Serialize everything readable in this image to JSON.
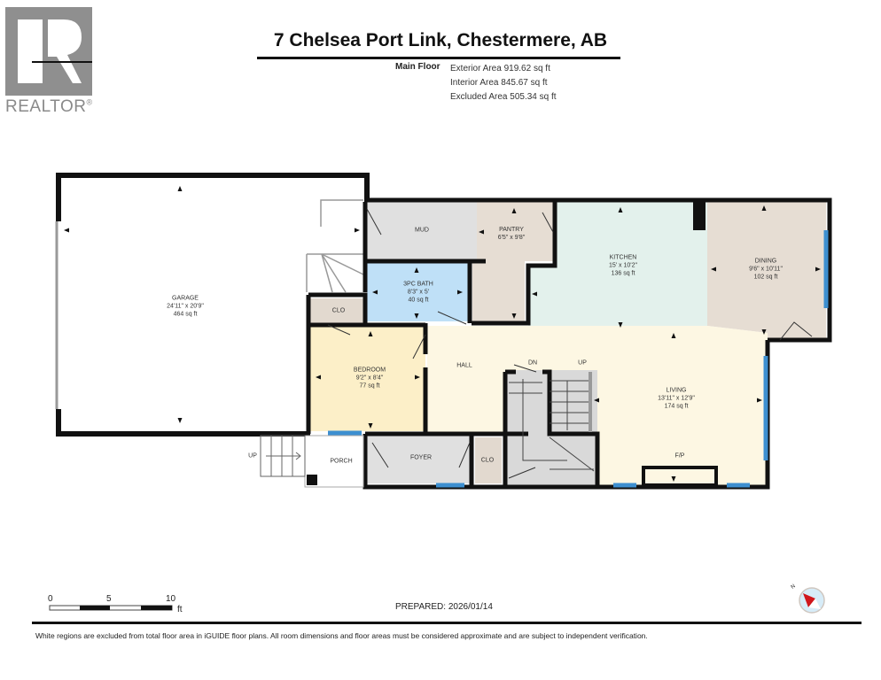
{
  "logo": {
    "word": "REALTOR",
    "mark": "®",
    "icon": "realtor-r-logo"
  },
  "header": {
    "title": "7 Chelsea Port Link, Chestermere, AB",
    "floor_label": "Main Floor",
    "areas": {
      "exterior": "Exterior Area 919.62 sq ft",
      "interior": "Interior Area 845.67 sq ft",
      "excluded": "Excluded Area 505.34 sq ft"
    }
  },
  "rooms": {
    "garage": {
      "name": "GARAGE",
      "dims": "24'11\" x 20'9\"",
      "area": "464 sq ft",
      "color": "#ffffff"
    },
    "mud": {
      "name": "MUD",
      "color": "#e0e0e0"
    },
    "pantry": {
      "name": "PANTRY",
      "dims": "6'5\" x 9'8\"",
      "color": "#e6ddd3"
    },
    "kitchen": {
      "name": "KITCHEN",
      "dims": "15' x 10'2\"",
      "area": "136 sq ft",
      "color": "#e3f1ec"
    },
    "dining": {
      "name": "DINING",
      "dims": "9'6\" x 10'11\"",
      "area": "102 sq ft",
      "color": "#e6ddd3"
    },
    "bath": {
      "name": "3PC BATH",
      "dims": "8'3\" x 5'",
      "area": "40 sq ft",
      "color": "#bfe0f7"
    },
    "clo1": {
      "name": "CLO",
      "color": "#e2d9cf"
    },
    "bedroom": {
      "name": "BEDROOM",
      "dims": "9'2\" x 8'4\"",
      "area": "77 sq ft",
      "color": "#fcefc8"
    },
    "hall": {
      "name": "HALL",
      "color": "#fdf7e3"
    },
    "living": {
      "name": "LIVING",
      "dims": "13'11\" x 12'9\"",
      "area": "174 sq ft",
      "color": "#fdf7e3"
    },
    "foyer": {
      "name": "FOYER",
      "color": "#e0e0e0"
    },
    "clo2": {
      "name": "CLO",
      "color": "#e2d9cf"
    },
    "porch": {
      "name": "PORCH",
      "color": "#ffffff"
    }
  },
  "stairs": {
    "down": "DN",
    "up": "UP",
    "porch_up": "UP"
  },
  "fireplace": "F/P",
  "colors": {
    "wall": "#111111",
    "window": "#3d8fd0",
    "stair": "#d9d9d9"
  },
  "scale": {
    "t0": "0",
    "t5": "5",
    "t10": "10",
    "unit": "ft"
  },
  "prepared": "PREPARED: 2026/01/14",
  "compass": {
    "label": "N",
    "icon": "compass-north-icon"
  },
  "disclaimer": "White regions are excluded from total floor area in iGUIDE floor plans. All room dimensions and floor areas must be considered approximate and are subject to independent verification."
}
